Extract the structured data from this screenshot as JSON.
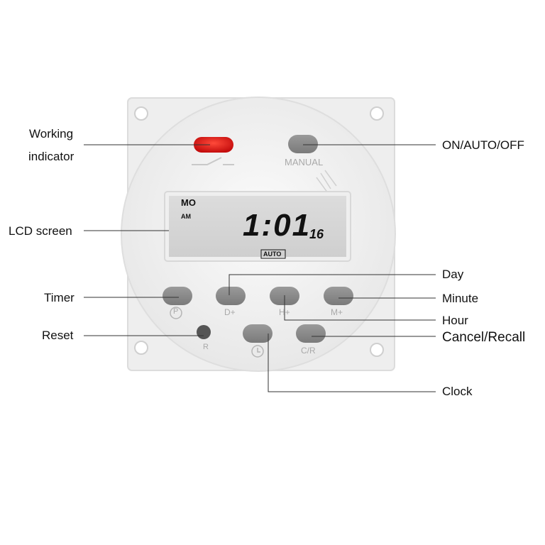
{
  "callouts": {
    "working_indicator_line1": "Working",
    "working_indicator_line2": "indicator",
    "lcd_screen": "LCD screen",
    "timer": "Timer",
    "reset": "Reset",
    "on_auto_off": "ON/AUTO/OFF",
    "day": "Day",
    "minute": "Minute",
    "hour": "Hour",
    "cancel_recall": "Cancel/Recall",
    "clock": "Clock"
  },
  "device": {
    "manual_label": "MANUAL",
    "lcd": {
      "day": "MO",
      "meridiem": "AM",
      "time": "1:01",
      "seconds": "16",
      "mode": "AUTO"
    },
    "buttons": {
      "timer_label": "P",
      "day_label": "D+",
      "hour_label": "H+",
      "minute_label": "M+",
      "reset_label": "R",
      "cancel_label": "C/R"
    },
    "colors": {
      "indicator": "#e01515",
      "button": "#8d8d8d",
      "body": "#f2f2f2",
      "lcd_bg": "#d6d6d6"
    }
  }
}
